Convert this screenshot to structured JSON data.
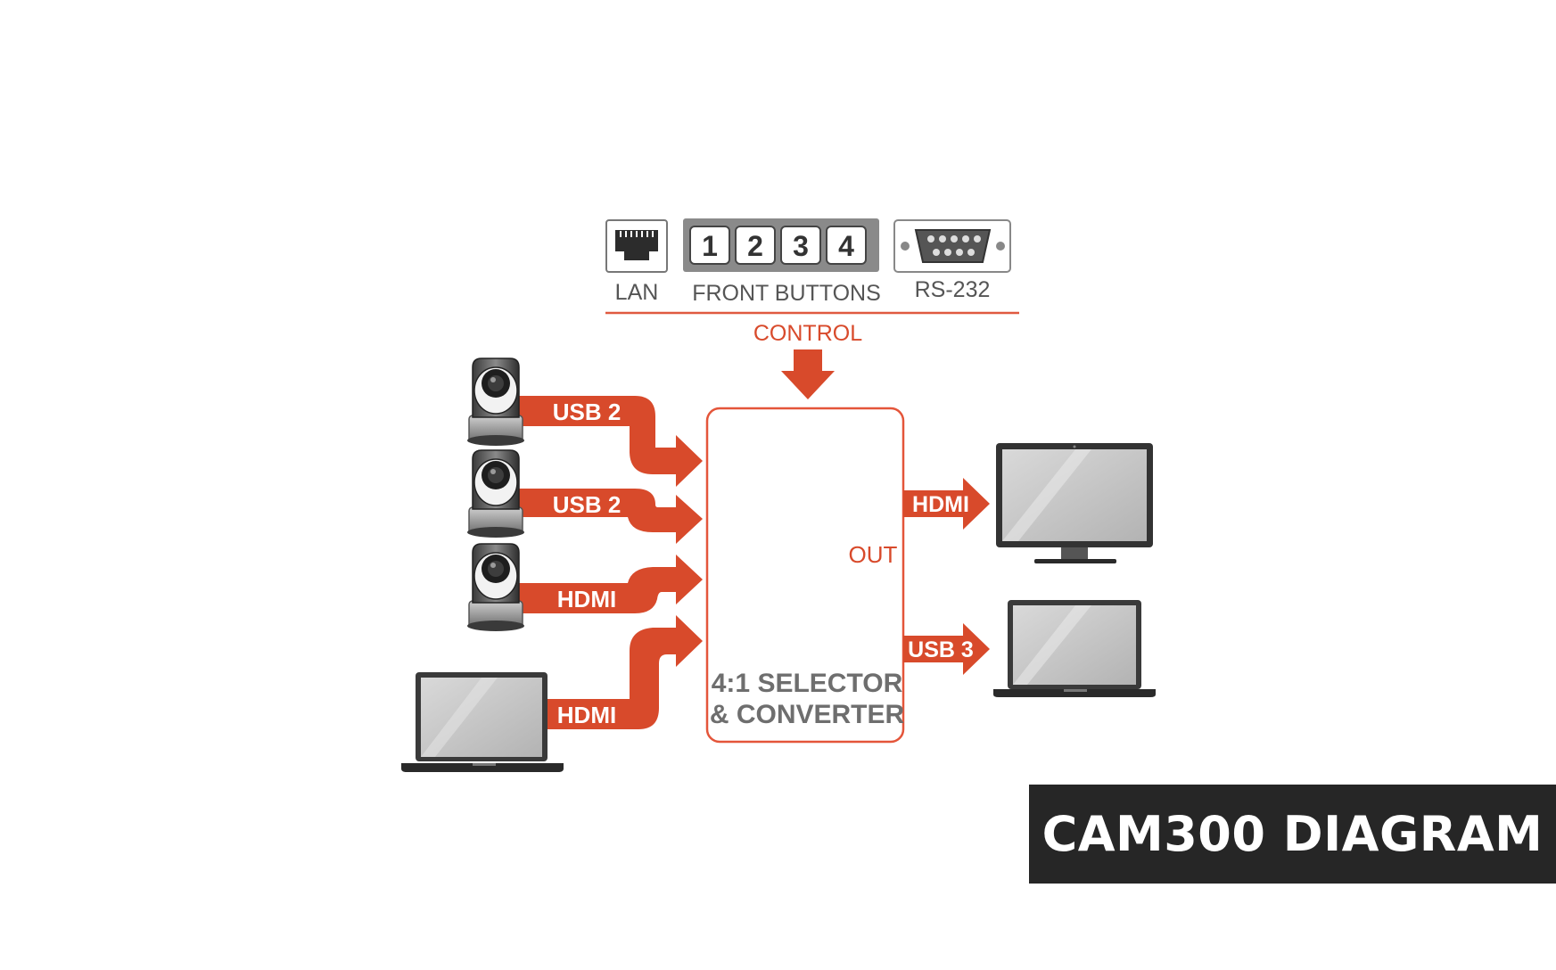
{
  "colors": {
    "accent": "#d84a2b",
    "box_stroke": "#e4553a",
    "control_line": "#e05a40",
    "label_gray": "#555555",
    "block_text_gray": "#6e6e6e",
    "caption_bg": "#262626"
  },
  "control": {
    "lan_label": "LAN",
    "lan_icon": "ethernet-port-icon",
    "front_buttons_label": "FRONT BUTTONS",
    "buttons": [
      "1",
      "2",
      "3",
      "4"
    ],
    "rs232_label": "RS-232",
    "rs232_icon": "db9-serial-port-icon",
    "control_label": "CONTROL"
  },
  "inputs": [
    {
      "device": "ptz-camera-icon",
      "label": "USB 2"
    },
    {
      "device": "ptz-camera-icon",
      "label": "USB 2"
    },
    {
      "device": "ptz-camera-icon",
      "label": "HDMI"
    },
    {
      "device": "laptop-icon",
      "label": "HDMI"
    }
  ],
  "block": {
    "line1": "4:1 SELECTOR",
    "line2": "& CONVERTER",
    "out_label": "OUT"
  },
  "outputs": [
    {
      "device": "monitor-icon",
      "label": "HDMI"
    },
    {
      "device": "laptop-icon",
      "label": "USB 3"
    }
  ],
  "caption": "CAM300 DIAGRAM"
}
